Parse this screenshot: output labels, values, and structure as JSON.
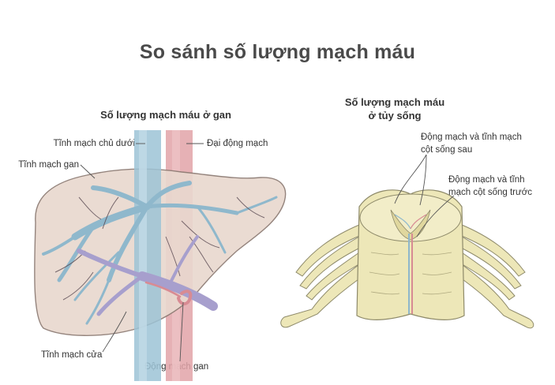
{
  "title": "So sánh số lượng mạch máu",
  "liver": {
    "heading": "Số lượng mạch máu ở gan",
    "labels": {
      "ivc": "Tĩnh mạch chủ dưới",
      "aorta": "Đại động mạch",
      "hepatic_vein": "Tĩnh mạch gan",
      "portal_vein": "Tĩnh mạch cửa",
      "hepatic_artery": "Động mạch gan"
    }
  },
  "spine": {
    "heading_line1": "Số lượng mạch máu",
    "heading_line2": "ở tủy sống",
    "labels": {
      "posterior_line1": "Động mạch và tĩnh mạch",
      "posterior_line2": "cột sống sau",
      "anterior_line1": "Động mạch và tĩnh",
      "anterior_line2": "mạch cột sống trước"
    }
  },
  "colors": {
    "liver_fill": "#e9d8cf",
    "liver_outline": "#8c7a72",
    "vein_blue": "#9cc3d6",
    "artery_red": "#e2a3a8",
    "portal_purple": "#a79fcd",
    "cord_fill": "#ede7b8",
    "cord_outline": "#8e8a6a"
  }
}
